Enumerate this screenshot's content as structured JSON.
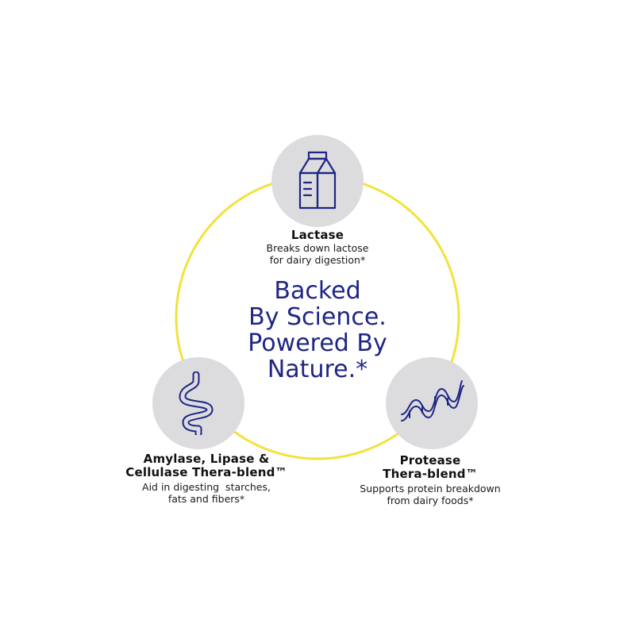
{
  "colors": {
    "ring": "#f2e23a",
    "badge_bg": "#dcdcde",
    "icon_stroke": "#1f2585",
    "headline": "#1f2585",
    "text": "#111111"
  },
  "headline": {
    "lines": [
      "Backed",
      "By Science.",
      "Powered By",
      "Nature.*"
    ]
  },
  "items": [
    {
      "icon": "milk-carton-icon",
      "title_lines": [
        "Lactase"
      ],
      "desc_lines": [
        "Breaks down lactose",
        "for dairy digestion*"
      ]
    },
    {
      "icon": "intestine-icon",
      "title_lines": [
        "Amylase, Lipase &",
        "Cellulase Thera-blend™"
      ],
      "desc_lines": [
        "Aid in digesting  starches,",
        "fats and fibers*"
      ]
    },
    {
      "icon": "protein-helix-icon",
      "title_lines": [
        "Protease",
        "Thera-blend™"
      ],
      "desc_lines": [
        "Supports protein breakdown",
        "from dairy foods*"
      ]
    }
  ]
}
